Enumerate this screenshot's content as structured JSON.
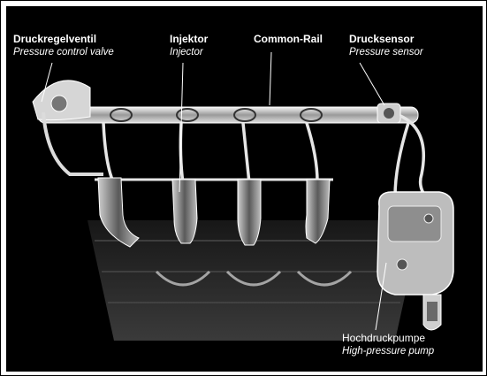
{
  "labels": {
    "pressure_control_valve": {
      "de": "Druckregelventil",
      "en": "Pressure control valve"
    },
    "injector": {
      "de": "Injektor",
      "en": "Injector"
    },
    "common_rail": {
      "de": "Common-Rail",
      "en": ""
    },
    "pressure_sensor": {
      "de": "Drucksensor",
      "en": "Pressure sensor"
    },
    "high_pressure_pump": {
      "de": "Hochdruckpumpe",
      "en": "High-pressure pump"
    }
  },
  "colors": {
    "background": "#000000",
    "component": "#e8e8e8",
    "label": "#ffffff"
  }
}
